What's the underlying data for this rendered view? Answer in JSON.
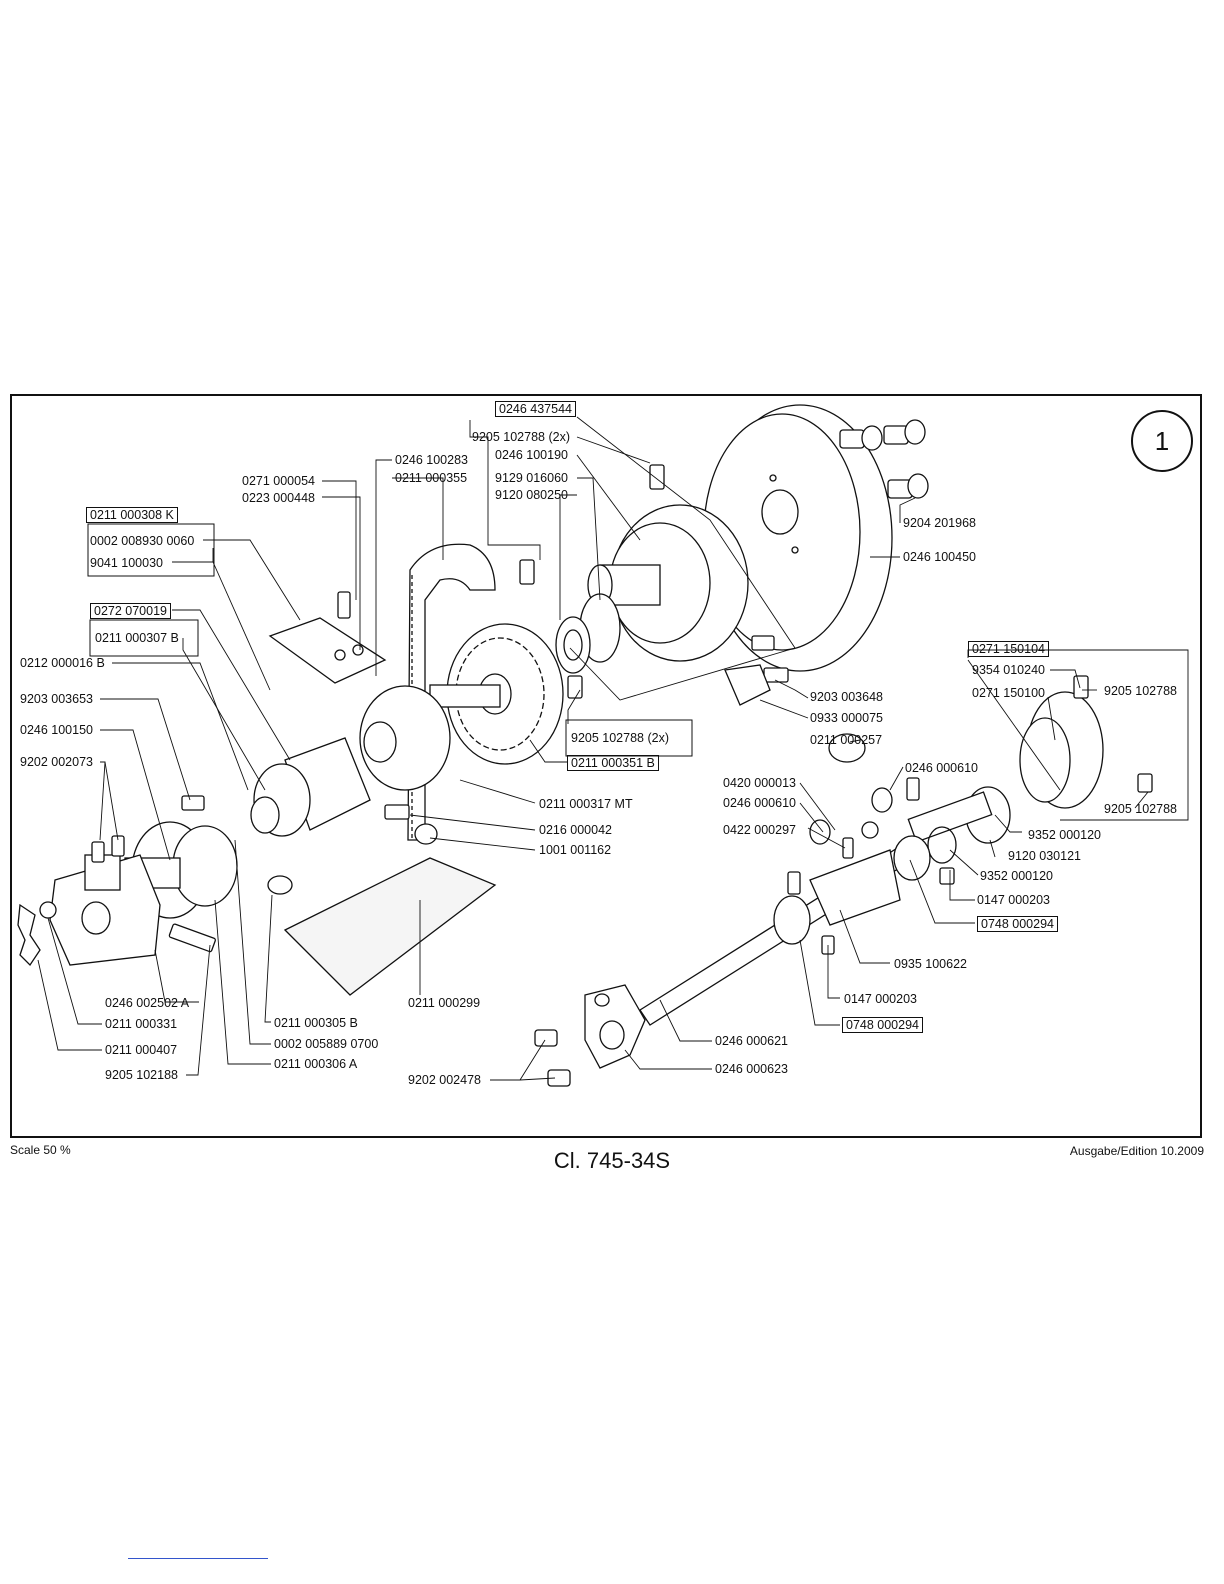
{
  "page_number": "1",
  "footer": {
    "scale": "Scale 50 %",
    "title": "Cl. 745-34S",
    "edition": "Ausgabe/Edition 10.2009"
  },
  "parts": {
    "p0246_437544": "0246 437544",
    "p9205_102788_2x_a": "9205 102788 (2x)",
    "p0246_100190": "0246 100190",
    "p9129_016060": "9129 016060",
    "p9120_080250": "9120 080250",
    "p0246_100283": "0246 100283",
    "p0211_000355": "0211 000355",
    "p0271_000054": "0271 000054",
    "p0223_000448": "0223 000448",
    "p0211_000308K": "0211 000308 K",
    "p0002_008930_0060": "0002 008930 0060",
    "p9041_100030": "9041 100030",
    "p0272_070019": "0272 070019",
    "p0211_000307B": "0211 000307 B",
    "p0212_000016B": "0212 000016 B",
    "p9203_003653": "9203 003653",
    "p0246_100150": "0246 100150",
    "p9202_002073": "9202 002073",
    "p9204_201968": "9204 201968",
    "p0246_100450": "0246 100450",
    "p0271_150104": "0271 150104",
    "p9354_010240": "9354 010240",
    "p0271_150100": "0271 150100",
    "p9205_102788_r": "9205 102788",
    "p9203_003648": "9203 003648",
    "p0933_000075": "0933 000075",
    "p0211_000257": "0211 000257",
    "p0246_000610_a": "0246 000610",
    "p0420_000013": "0420 000013",
    "p0246_000610_b": "0246 000610",
    "p0422_000297": "0422 000297",
    "p9205_102788_r2": "9205 102788",
    "p9352_000120_a": "9352 000120",
    "p9120_030121": "9120 030121",
    "p9352_000120_b": "9352 000120",
    "p0147_000203_a": "0147 000203",
    "p0748_000294_a": "0748 000294",
    "p0935_100622": "0935 100622",
    "p0147_000203_b": "0147 000203",
    "p0748_000294_b": "0748 000294",
    "p0246_000621": "0246 000621",
    "p0246_000623": "0246 000623",
    "p9202_002478": "9202 002478",
    "p9205_102788_2x_b": "9205 102788 (2x)",
    "p0211_000351B": "0211 000351 B",
    "p0211_000317MT": "0211 000317 MT",
    "p0216_000042": "0216 000042",
    "p1001_001162": "1001 001162",
    "p0211_000299": "0211 000299",
    "p0211_000305B": "0211 000305 B",
    "p0002_005889_0700": "0002 005889 0700",
    "p0211_000306A": "0211 000306 A",
    "p0246_002502A": "0246 002502 A",
    "p0211_000331": "0211 000331",
    "p0211_000407": "0211 000407",
    "p9205_102188": "9205 102188"
  }
}
